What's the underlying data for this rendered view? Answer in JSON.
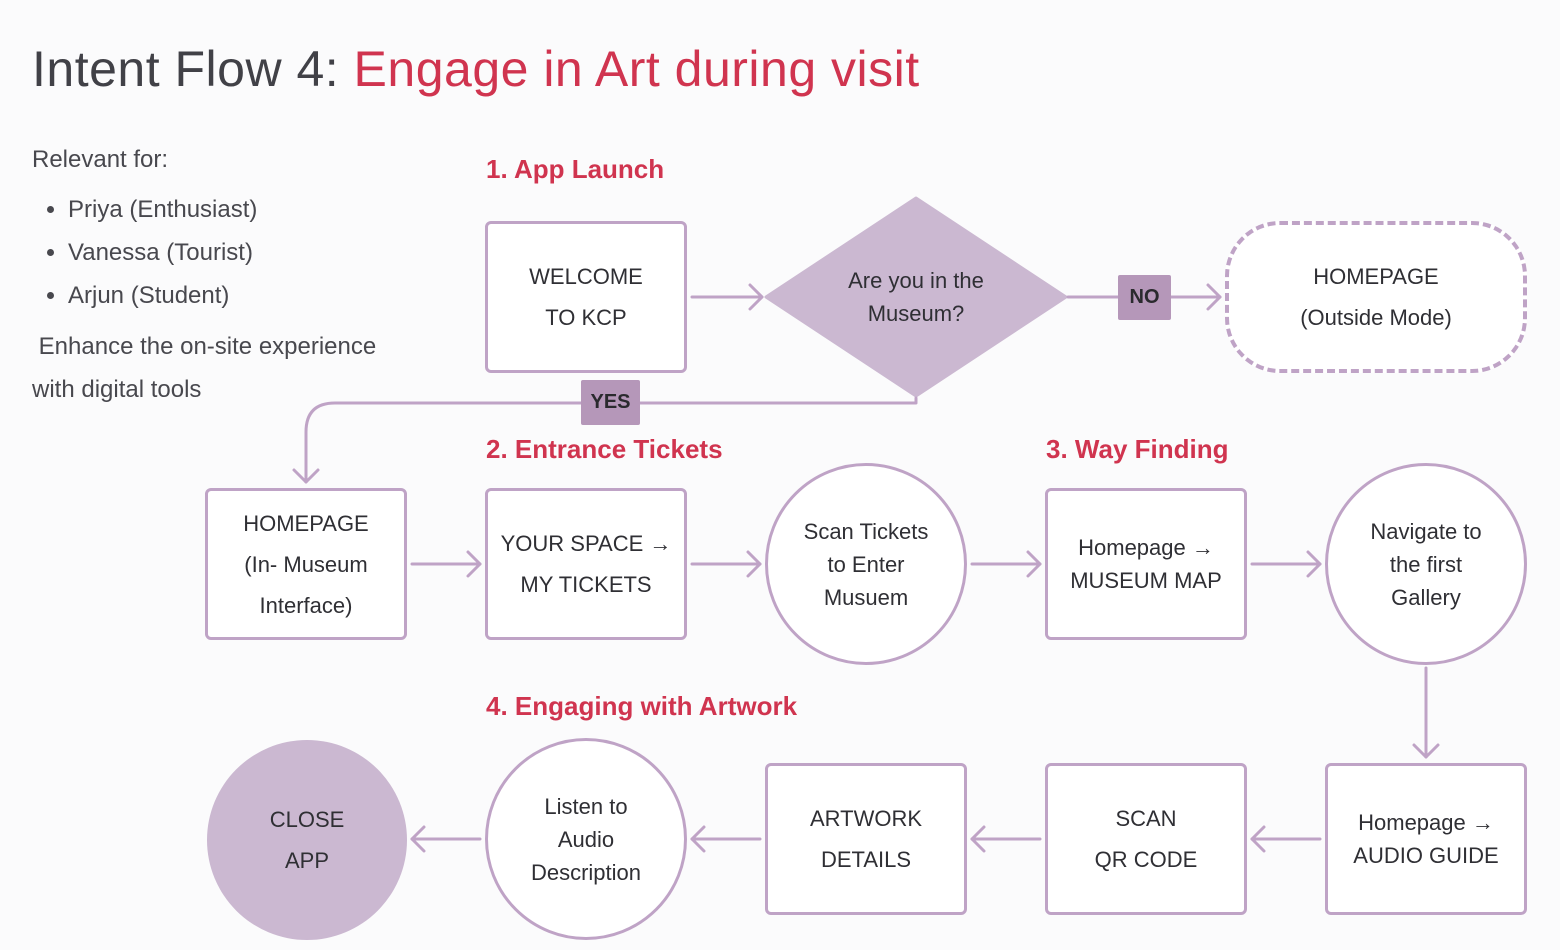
{
  "title": {
    "prefix": "Intent Flow 4: ",
    "highlight": "Engage in Art during visit"
  },
  "intro": {
    "relevant_label": "Relevant for:",
    "personas": [
      "Priya (Enthusiast)",
      "Vanessa (Tourist)",
      "Arjun (Student)"
    ],
    "description_line1": " Enhance the on-site experience",
    "description_line2": "with digital tools"
  },
  "sections": [
    {
      "label": "1. App Launch"
    },
    {
      "label": "2. Entrance Tickets"
    },
    {
      "label": "3. Way Finding"
    },
    {
      "label": "4. Engaging with Artwork"
    }
  ],
  "nodes": {
    "welcome": {
      "line1": "WELCOME",
      "line2": "TO KCP"
    },
    "decision": {
      "line1": "Are you in the",
      "line2": "Museum?"
    },
    "outside": {
      "line1": "HOMEPAGE",
      "line2": "(Outside Mode)"
    },
    "home_in": {
      "line1": "HOMEPAGE",
      "line2": "(In- Museum",
      "line3": "Interface)"
    },
    "tickets": {
      "line1": "YOUR SPACE →",
      "line2": "MY TICKETS"
    },
    "scan_tickets": {
      "line1": "Scan Tickets",
      "line2": "to Enter",
      "line3": "Musuem"
    },
    "map": {
      "line1": "Homepage →",
      "line2": "MUSEUM MAP"
    },
    "navigate": {
      "line1": "Navigate to",
      "line2": "the first",
      "line3": "Gallery"
    },
    "audio_guide": {
      "line1": "Homepage →",
      "line2": "AUDIO GUIDE"
    },
    "scan_qr": {
      "line1": "SCAN",
      "line2": "QR CODE"
    },
    "artwork": {
      "line1": "ARTWORK",
      "line2": "DETAILS"
    },
    "listen": {
      "line1": "Listen to",
      "line2": "Audio",
      "line3": "Description"
    },
    "close": {
      "line1": "CLOSE",
      "line2": "APP"
    }
  },
  "tags": {
    "no": "NO",
    "yes": "YES"
  },
  "colors": {
    "accent": "#d0344f",
    "stroke": "#bfa3c6",
    "fill": "#cbb8d1",
    "tag": "#b597b9",
    "text": "#414147"
  }
}
